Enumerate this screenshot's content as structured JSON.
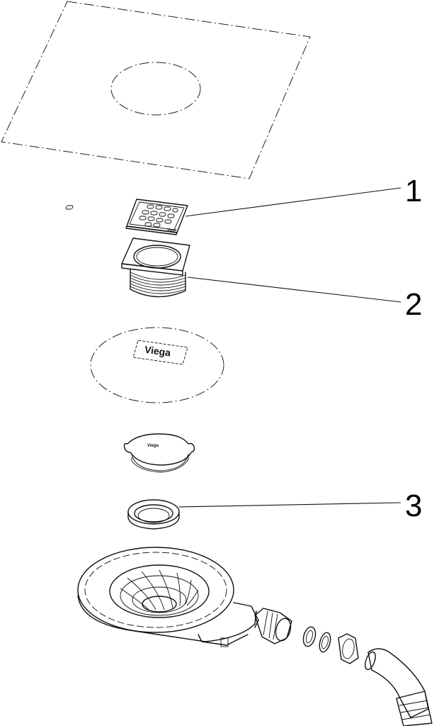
{
  "callouts": [
    {
      "label": "1"
    },
    {
      "label": "2"
    },
    {
      "label": "3"
    }
  ],
  "logos": {
    "membrane_logo": "Viega",
    "cap_logo": "Viega",
    "grate_logo": "Viega"
  },
  "colors": {
    "line": "#111111",
    "background": "#ffffff"
  }
}
